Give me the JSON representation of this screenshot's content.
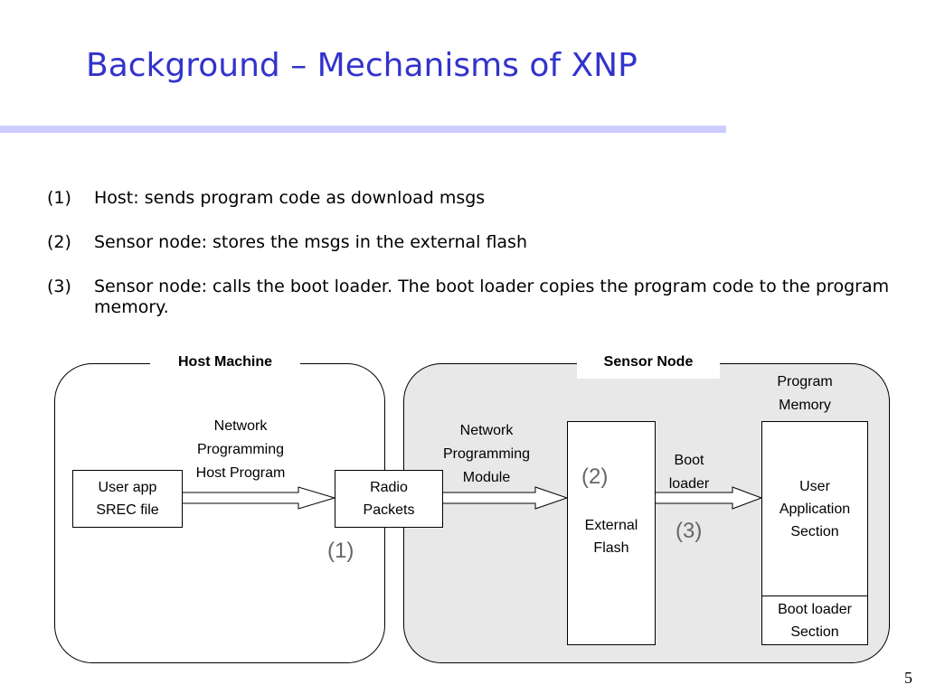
{
  "slide": {
    "title": "Background – Mechanisms of XNP",
    "page_number": "5"
  },
  "bullets": [
    {
      "num": "(1)",
      "text": "Host: sends program code as download msgs"
    },
    {
      "num": "(2)",
      "text": "Sensor node: stores the msgs in the external flash"
    },
    {
      "num": "(3)",
      "text": "Sensor node: calls the boot loader. The boot loader copies the program code to the program memory."
    }
  ],
  "diagram": {
    "host_machine": {
      "label": "Host Machine",
      "user_app_line1": "User app",
      "user_app_line2": "SREC file",
      "network_prog_host_line1": "Network",
      "network_prog_host_line2": "Programming",
      "network_prog_host_line3": "Host Program",
      "radio_line1": "Radio",
      "radio_line2": "Packets",
      "step": "(1)"
    },
    "sensor_node": {
      "label": "Sensor Node",
      "npm_line1": "Network",
      "npm_line2": "Programming",
      "npm_line3": "Module",
      "flash_line1": "External",
      "flash_line2": "Flash",
      "step2": "(2)",
      "boot_loader_line1": "Boot",
      "boot_loader_line2": "loader",
      "step3": "(3)",
      "program_memory_line1": "Program",
      "program_memory_line2": "Memory",
      "user_section_line1": "User",
      "user_section_line2": "Application",
      "user_section_line3": "Section",
      "boot_section_line1": "Boot loader",
      "boot_section_line2": "Section"
    }
  }
}
